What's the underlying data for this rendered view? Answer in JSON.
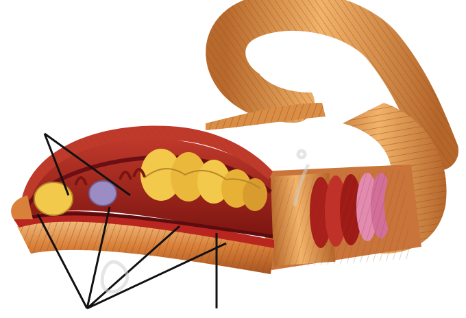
{
  "diagram": {
    "subject": "earthworm-cutaway-anatomy",
    "background_color": "#ffffff",
    "colors": {
      "body_light": "#f0b06a",
      "body_mid": "#d9803a",
      "body_dark": "#a85420",
      "muscle_red": "#b8261f",
      "muscle_dark": "#7a1410",
      "blood_vessel": "#6b0f14",
      "crop_gizzard_yellow": "#f2c94a",
      "pink_segment": "#e38ab0",
      "ganglion_purple": "#9b8cc4",
      "leader_line": "#111111",
      "watermark": "#d0d0d0"
    },
    "label_groups": [
      {
        "id": "top-left-group",
        "lines": 2
      },
      {
        "id": "bottom-left-group",
        "lines": 4
      },
      {
        "id": "bottom-center-pointer",
        "lines": 1
      }
    ],
    "labels_printed": false
  }
}
